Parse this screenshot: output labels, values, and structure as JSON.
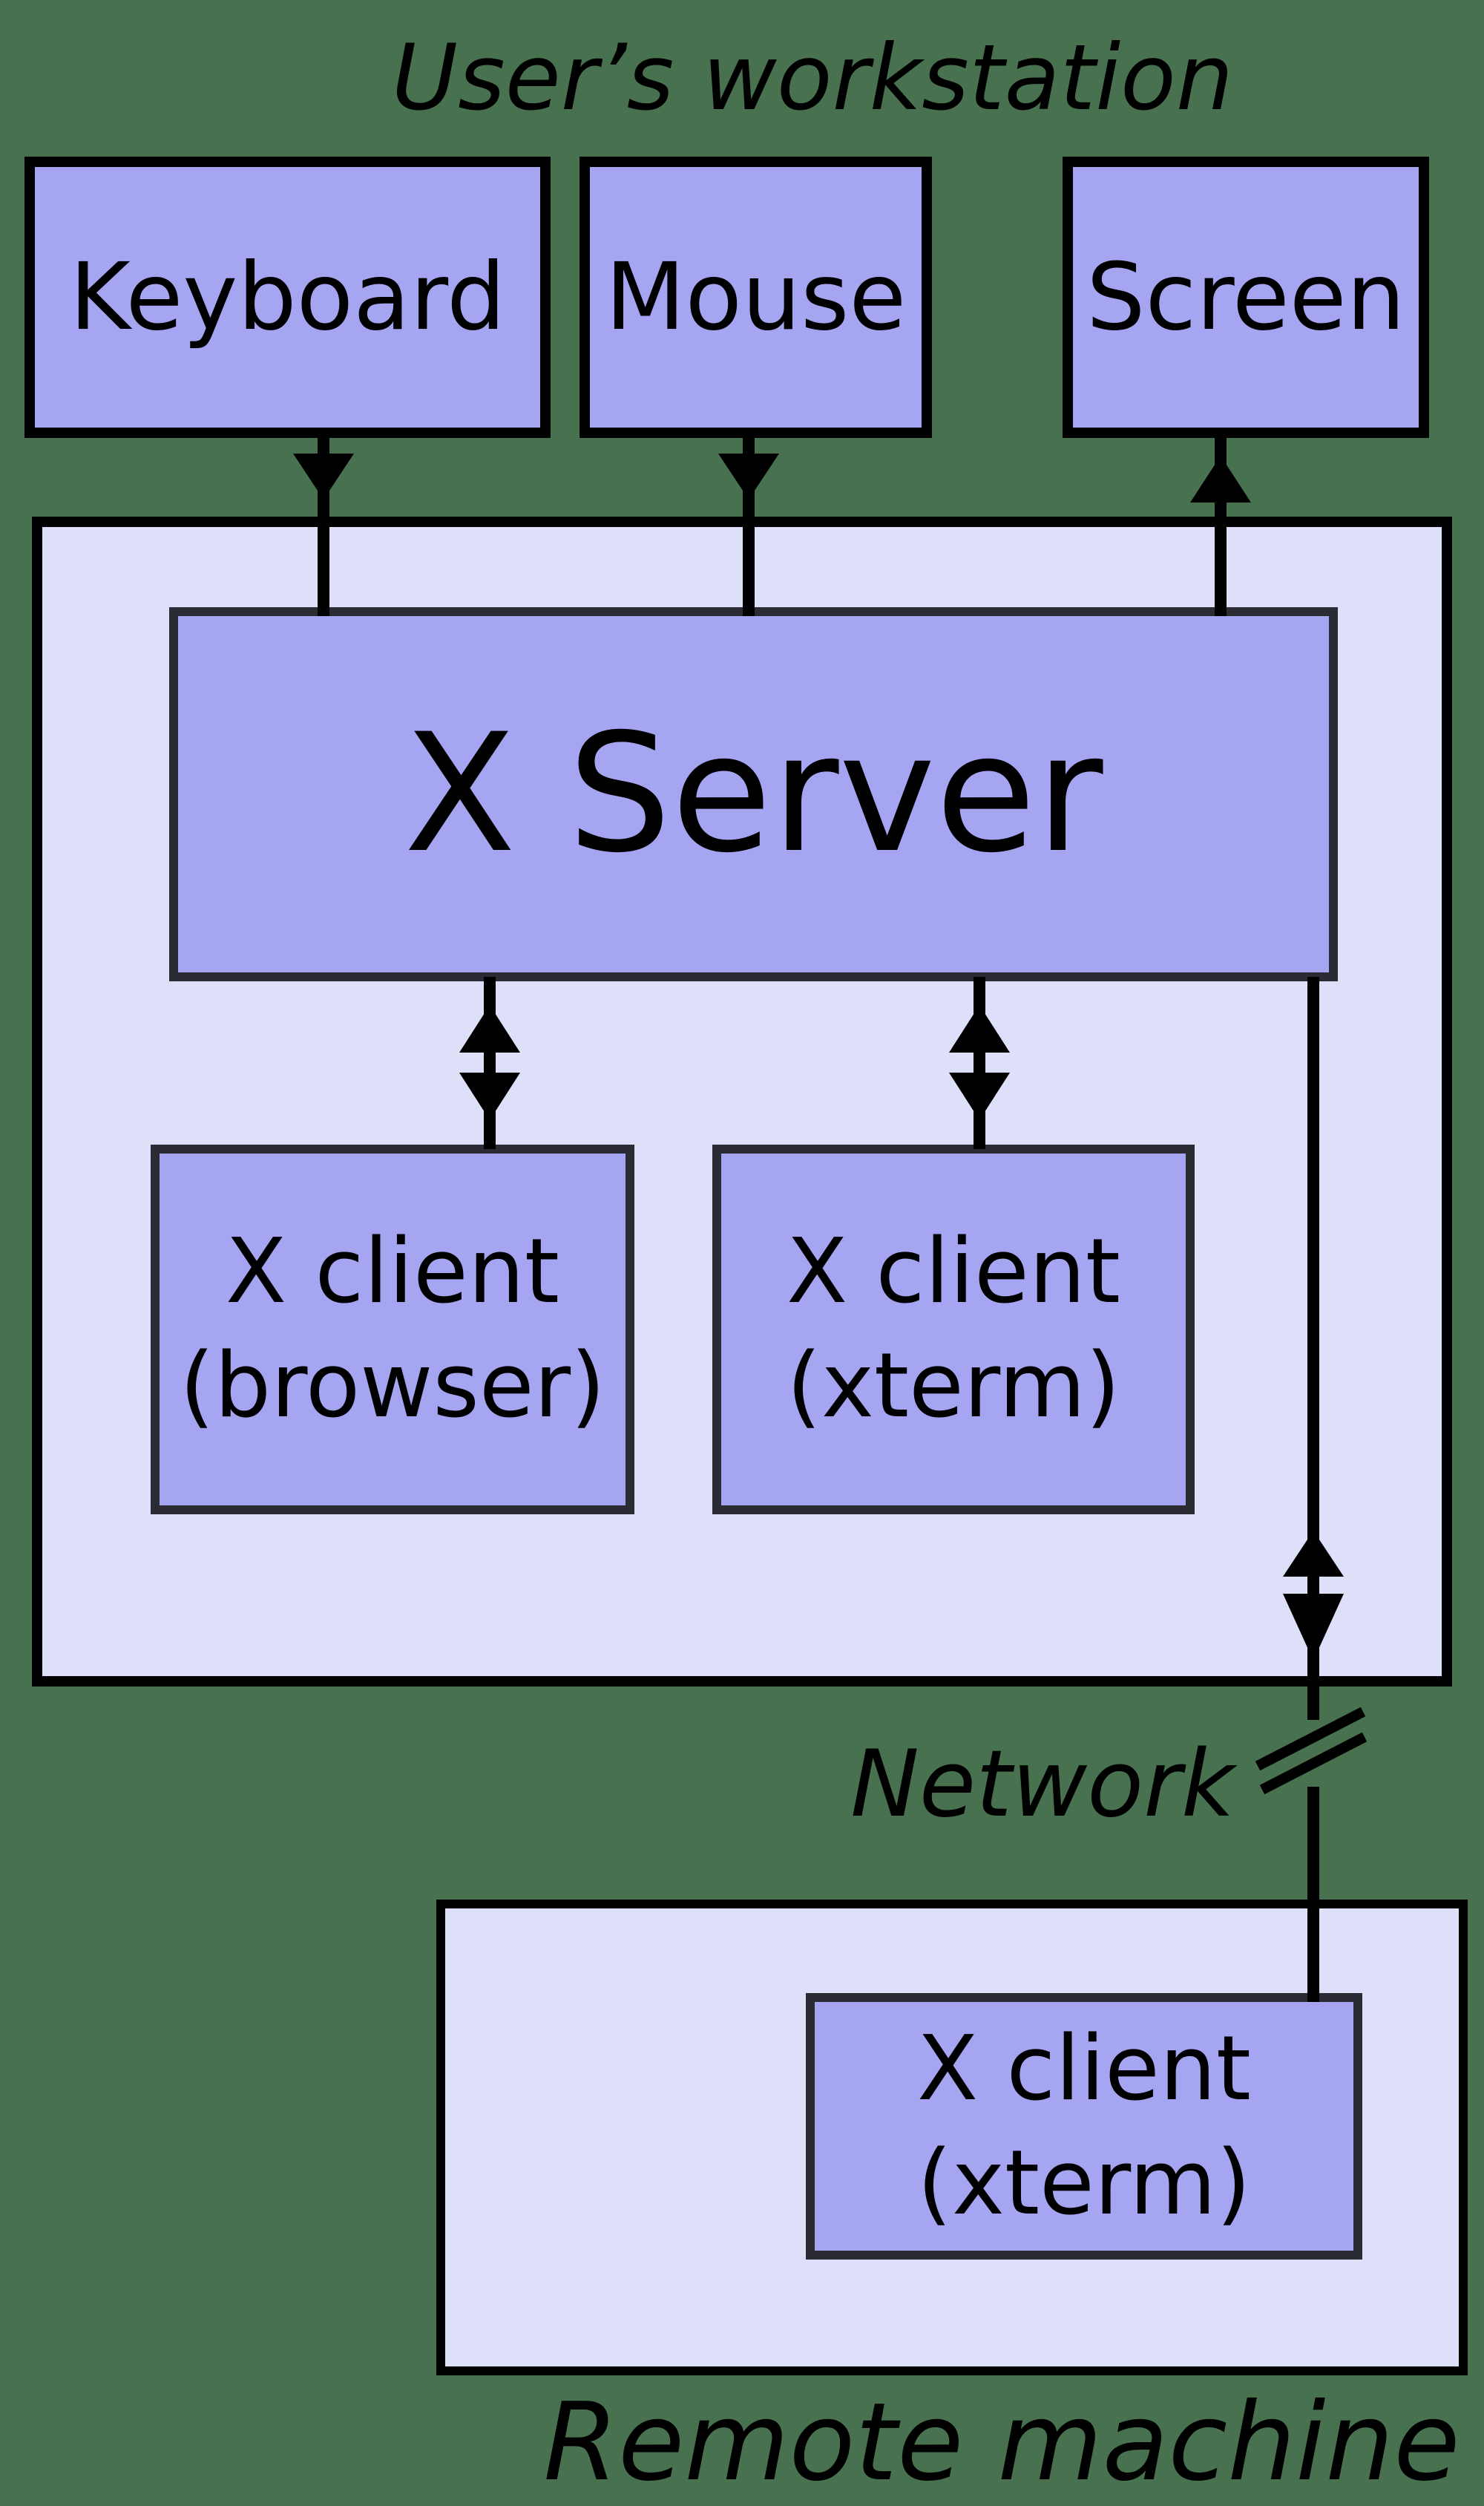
{
  "colors": {
    "background": "#48724f",
    "container_fill": "#dee0fa",
    "node_fill": "#a5a5f2",
    "outer_border": "#000000",
    "inner_border": "#2b2b33",
    "connector": "#000000",
    "text": "#000000"
  },
  "title": "User’s workstation",
  "workstation": {
    "devices": {
      "keyboard": "Keyboard",
      "mouse": "Mouse",
      "screen": "Screen"
    },
    "server": "X Server",
    "client_browser": {
      "line1": "X client",
      "line2": "(browser)"
    },
    "client_xterm": {
      "line1": "X client",
      "line2": "(xterm)"
    }
  },
  "network": {
    "label": "Network"
  },
  "remote": {
    "label": "Remote machine",
    "client": {
      "line1": "X client",
      "line2": "(xterm)"
    }
  }
}
